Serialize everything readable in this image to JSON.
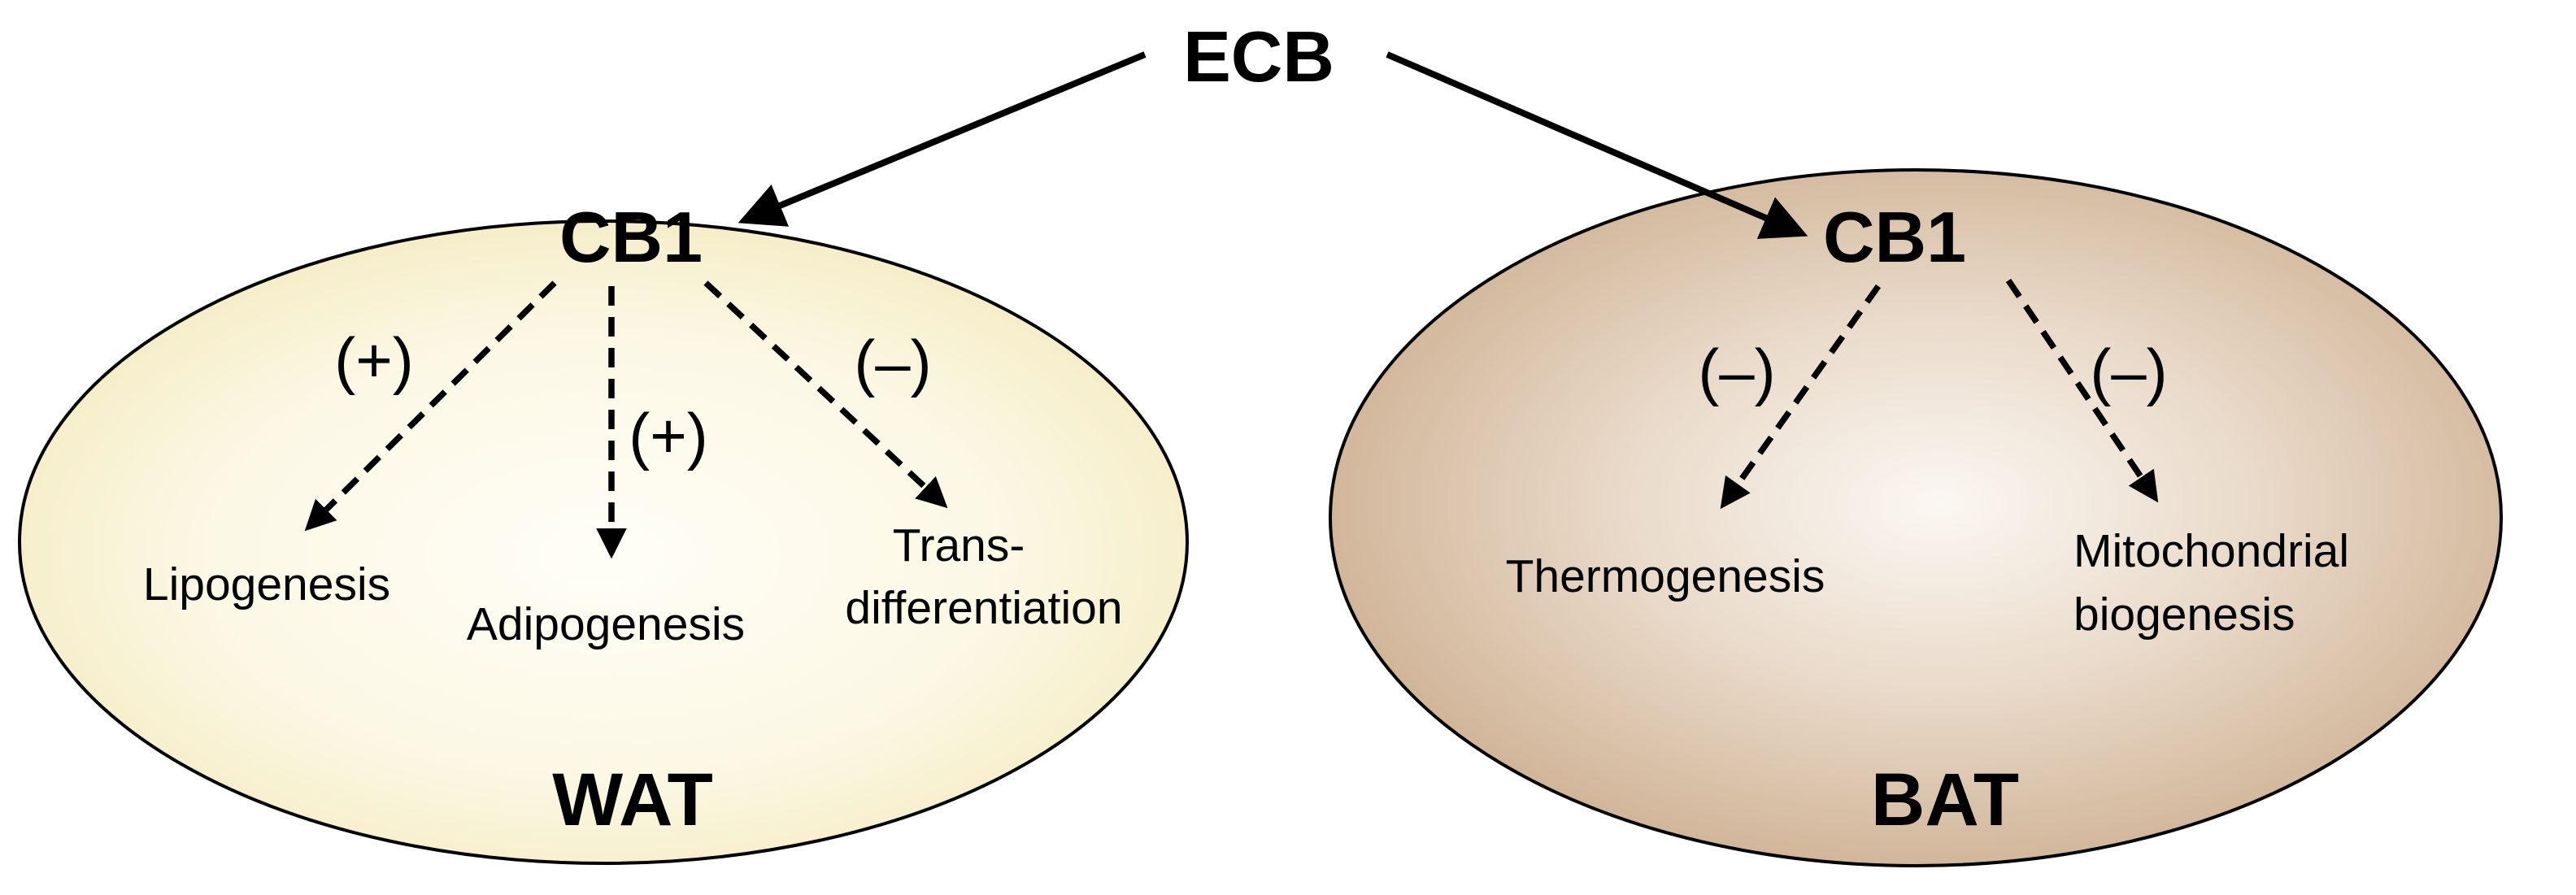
{
  "diagram": {
    "source": "ECB",
    "wat": {
      "tissue_label": "WAT",
      "receptor": "CB1",
      "edges": [
        {
          "sign": "(+)",
          "target": "Lipogenesis"
        },
        {
          "sign": "(+)",
          "target": "Adipogenesis"
        },
        {
          "sign": "(–)",
          "target": [
            "Trans-",
            "differentiation"
          ]
        }
      ]
    },
    "bat": {
      "tissue_label": "BAT",
      "receptor": "CB1",
      "edges": [
        {
          "sign": "(–)",
          "target": "Thermogenesis"
        },
        {
          "sign": "(–)",
          "target": [
            "Mitochondrial",
            "biogenesis"
          ]
        }
      ]
    }
  },
  "colors": {
    "wat_fill_center": "#fffef6",
    "wat_fill_edge": "#f5ecc4",
    "bat_fill_center": "#fbf7f2",
    "bat_fill_edge": "#ccae8f",
    "outline": "#000000"
  }
}
